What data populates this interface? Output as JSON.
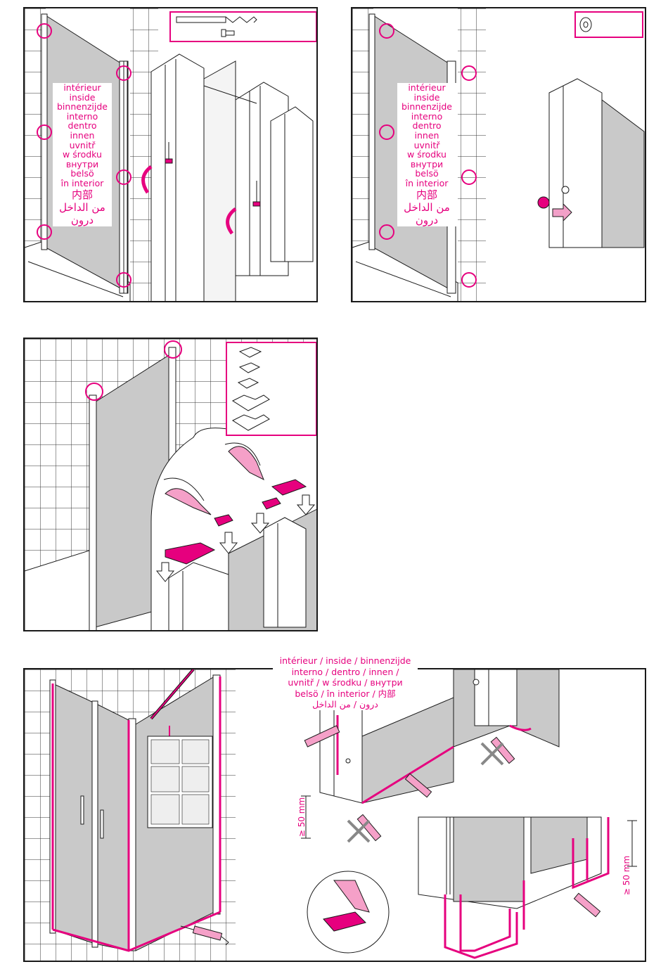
{
  "inside_words": [
    "intérieur",
    "inside",
    "binnenzijde",
    "interno",
    "dentro",
    "innen",
    "uvnitř",
    "w środku",
    "внутри",
    "belsö",
    "în interior",
    "内部",
    "من الداخل",
    "درون"
  ],
  "bottom_label_lines": [
    "intérieur / inside / binnenzijde",
    "interno / dentro / innen /",
    "uvnitř / w środku / внутри",
    "belsö / în interior / 内部",
    "درون / من الداخل"
  ],
  "dimension_label": "≥ 50 mm",
  "colors": {
    "accent": "#e6007e",
    "line": "#1a1a1a",
    "glass": "#c9c9c9",
    "tile": "#ffffff"
  },
  "icons": [
    "screw-icon",
    "drill-bit-icon",
    "cap-icon",
    "sticker-pads-icon",
    "pliers-icon",
    "silicone-gun-icon",
    "cross-icon",
    "arrow-icon"
  ]
}
